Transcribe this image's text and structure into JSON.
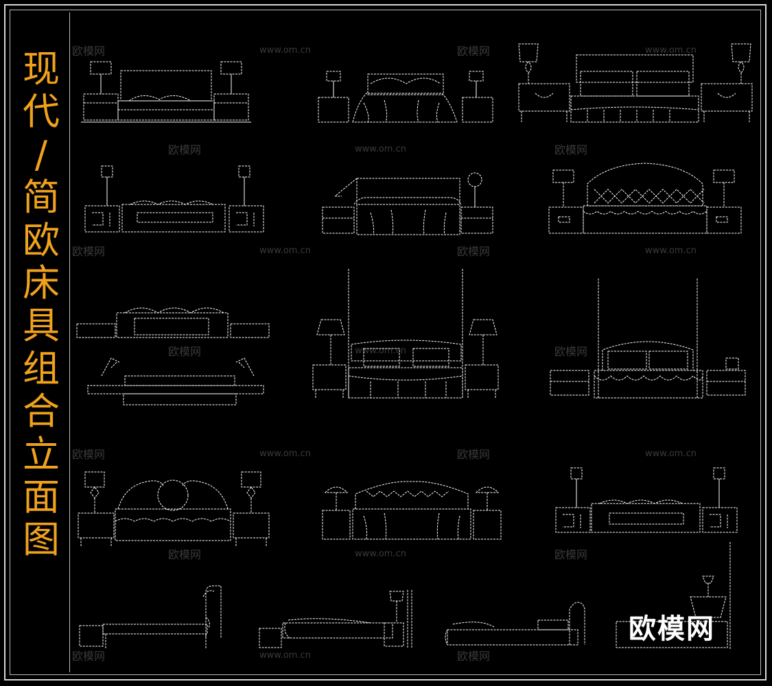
{
  "title": {
    "chars": [
      "现",
      "代",
      "/",
      "简",
      "欧",
      "床",
      "具",
      "组",
      "合",
      "立",
      "面",
      "图"
    ],
    "color": "#f0a21c"
  },
  "watermarks": {
    "logo_text": "欧模网",
    "site_text": "www.om.cn"
  },
  "logo": "欧模网",
  "colors": {
    "background": "#000000",
    "lines": "#ffffff",
    "frame": "#d8d8d8"
  }
}
